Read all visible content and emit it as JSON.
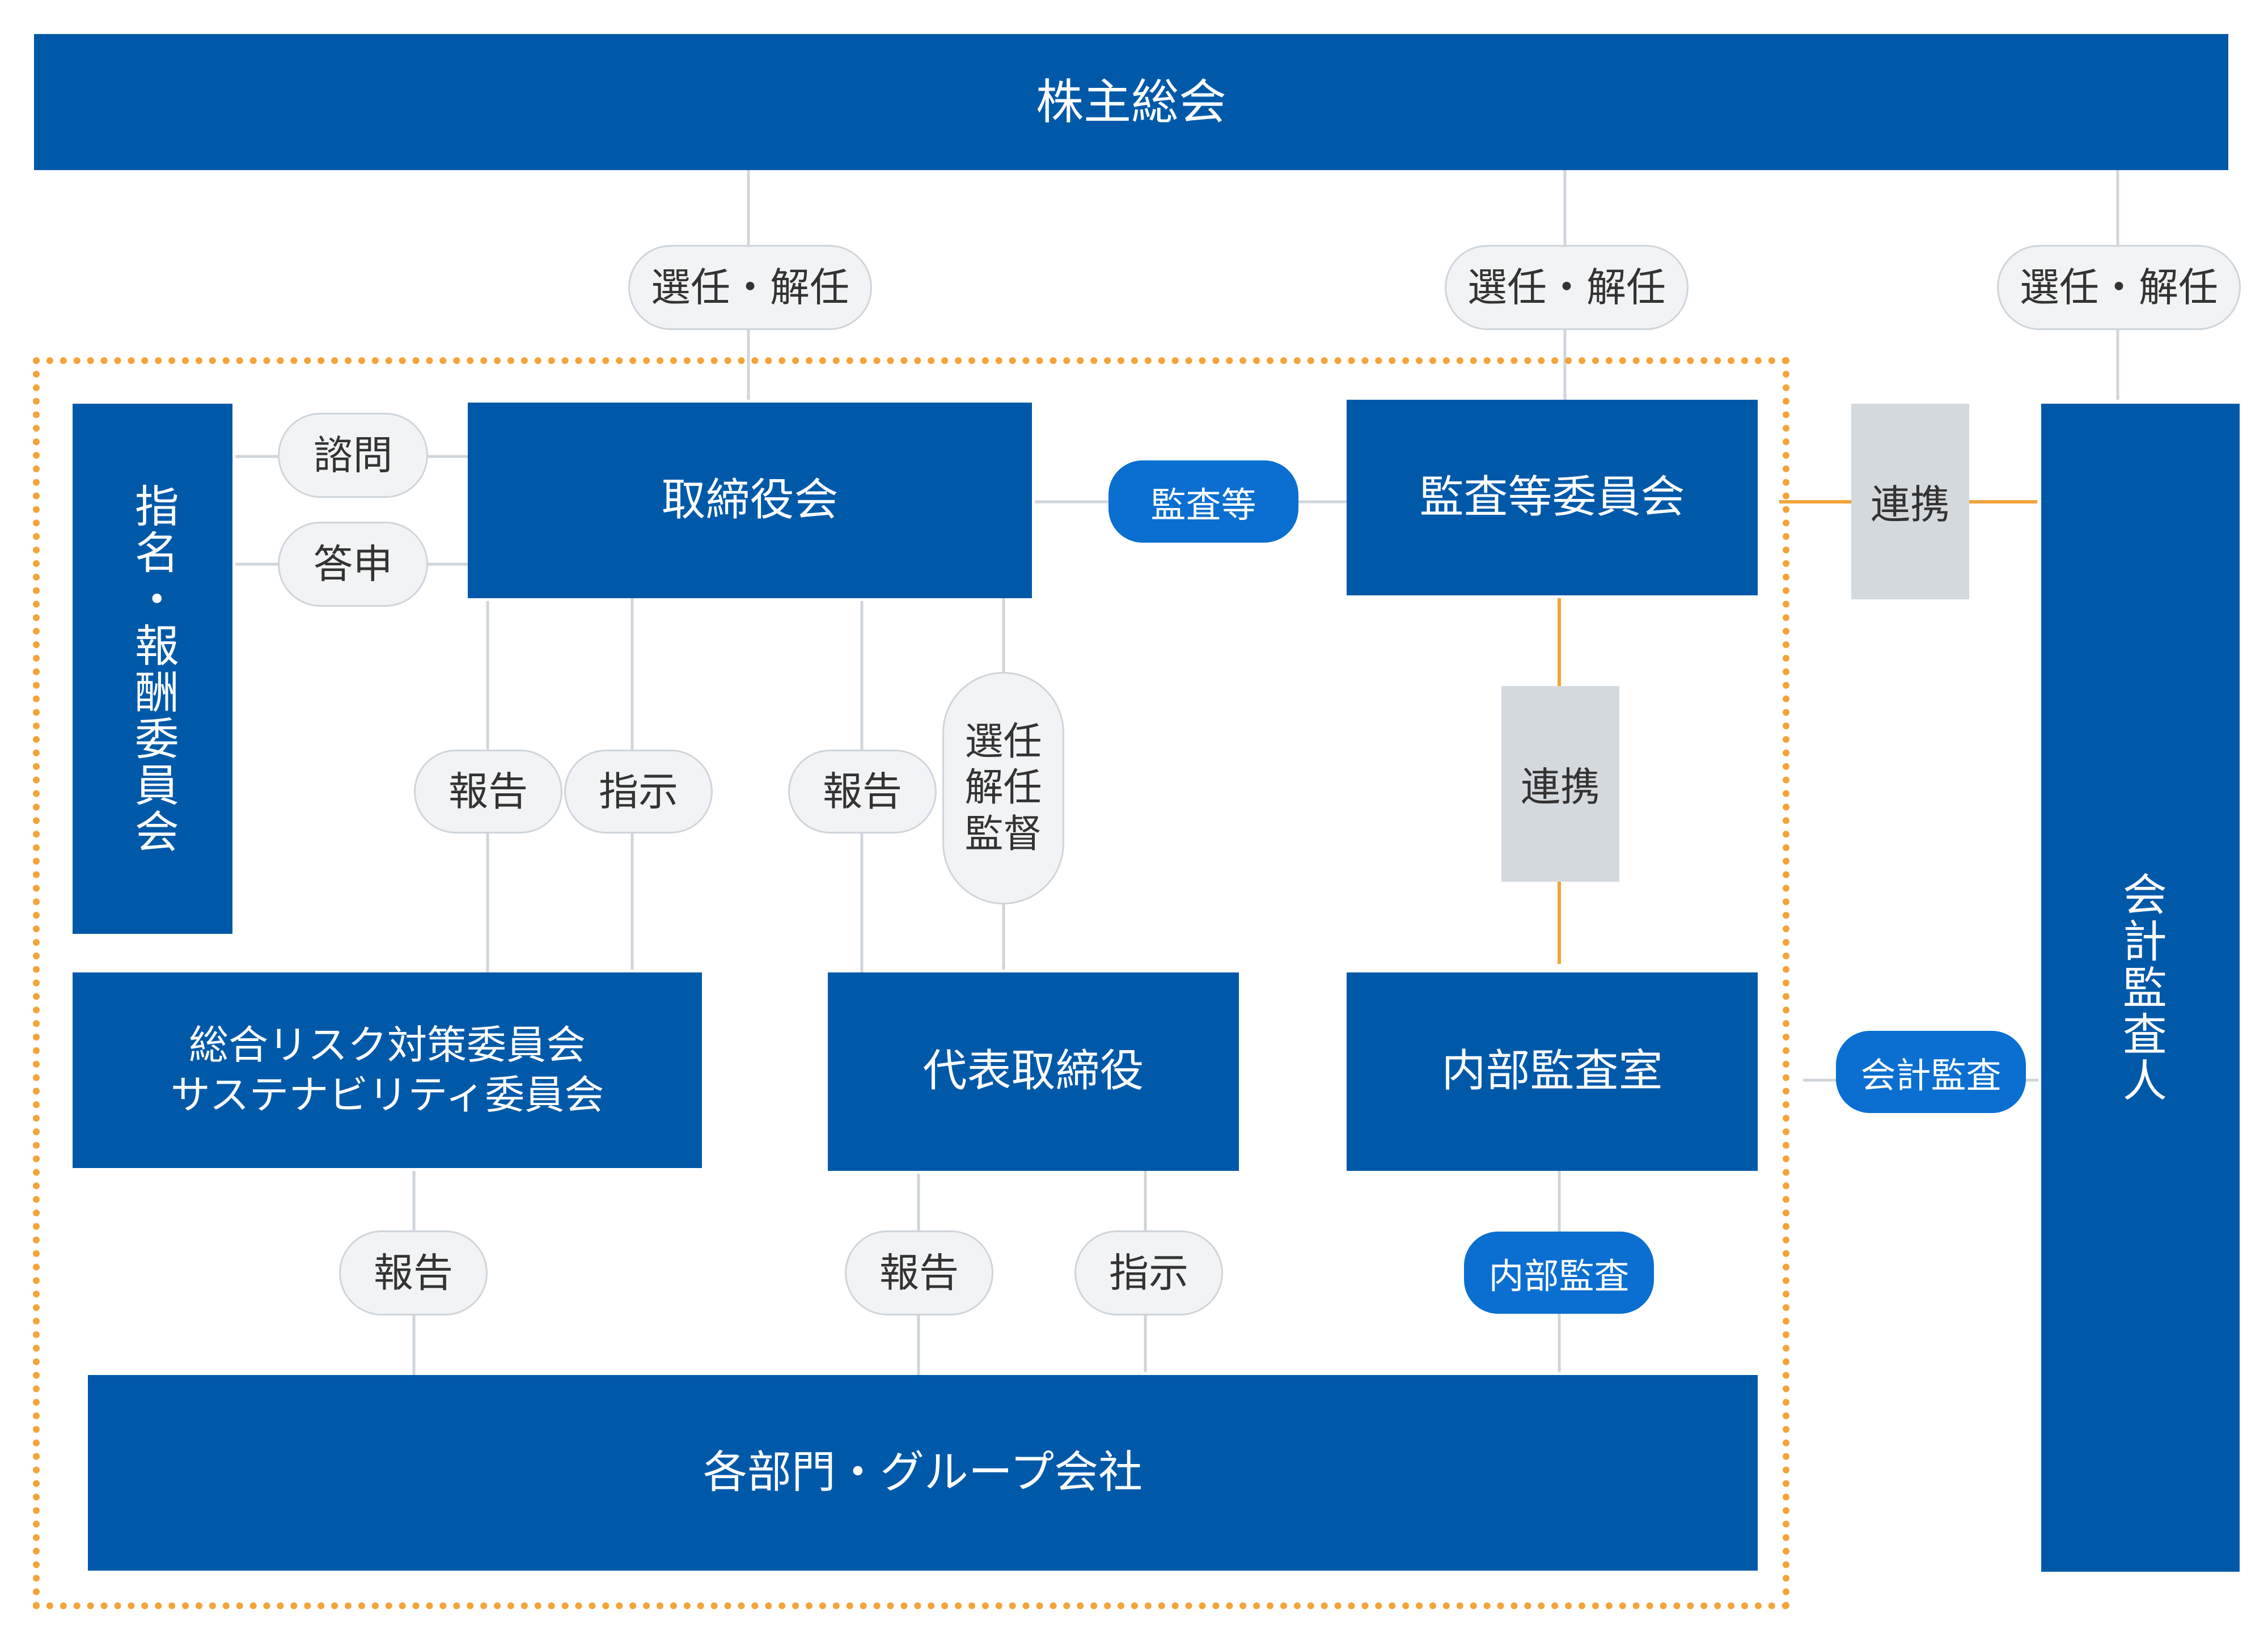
{
  "nodes": {
    "shareholders_meeting": "株主総会",
    "board": "取締役会",
    "audit_committee": "監査等委員会",
    "nomination_committee": "指名・報酬委員会",
    "risk_committee_line1": "総合リスク対策委員会",
    "risk_committee_line2": "サステナビリティ委員会",
    "representative_director": "代表取締役",
    "internal_audit_office": "内部監査室",
    "departments": "各部門・グループ会社",
    "accounting_auditor": "会計監査人"
  },
  "labels": {
    "elect_dismiss": "選任・解任",
    "consult": "諮問",
    "report_back": "答申",
    "audit_etc": "監査等",
    "coordination": "連携",
    "report": "報告",
    "instruction": "指示",
    "elect_line": "選任",
    "dismiss_line": "解任",
    "supervise_line": "監督",
    "internal_audit": "内部監査",
    "accounting_audit": "会計監査"
  },
  "colors": {
    "box": "#0059a8",
    "blue_tag": "#0a6fd0",
    "gray_tag": "#f1f3f5",
    "gray_box": "#d4d9de",
    "line": "#cfd5da",
    "orange": "#f2a43a"
  }
}
